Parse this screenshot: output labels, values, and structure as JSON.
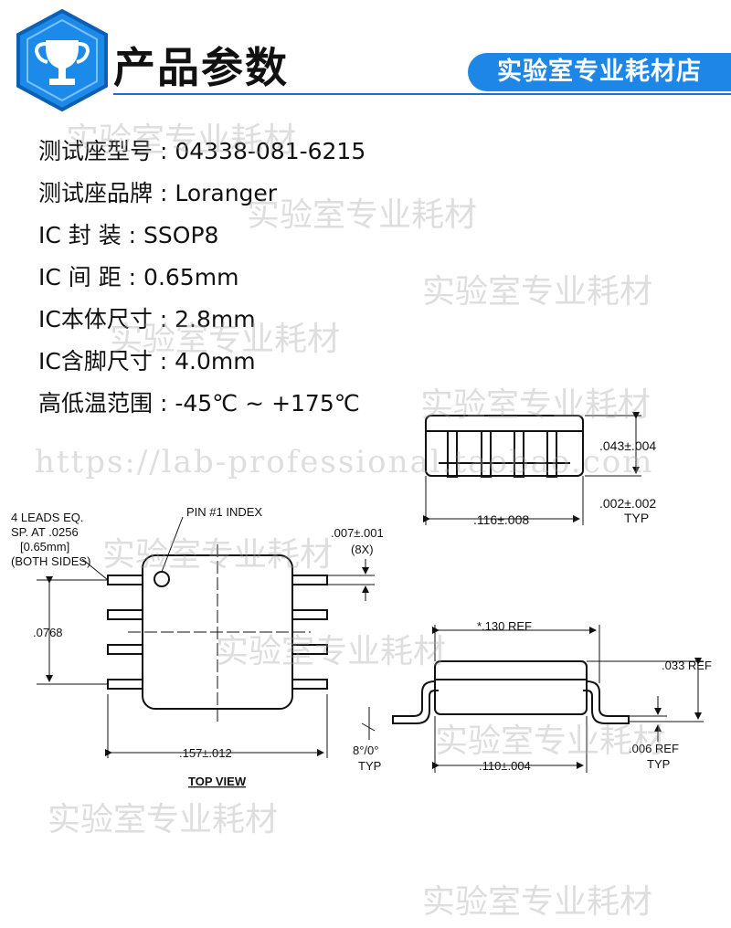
{
  "header": {
    "title": "产品参数",
    "shop_badge": "实验室专业耗材店",
    "logo_icon": "trophy-icon",
    "colors": {
      "accent": "#1e86e6",
      "logo": "#1b8ae8"
    }
  },
  "params": [
    {
      "label": "测试座型号 : ",
      "value": "04338-081-6215"
    },
    {
      "label": "测试座品牌 : ",
      "value": "Loranger"
    },
    {
      "label": "IC   封 装 : ",
      "value": "SSOP8"
    },
    {
      "label": "IC   间 距 : ",
      "value": "0.65mm"
    },
    {
      "label": "IC本体尺寸 : ",
      "value": "2.8mm"
    },
    {
      "label": "IC含脚尺寸 : ",
      "value": "4.0mm"
    },
    {
      "label": "高低温范围 : ",
      "value": "-45℃ ~ +175℃"
    }
  ],
  "watermark": {
    "text": "实验室专业耗材",
    "url": "https://lab-professional.taobao.com"
  },
  "drawing": {
    "leads_note": [
      "4 LEADS EQ.",
      "SP. AT .0256",
      "[0.65mm]",
      "(BOTH SIDES)"
    ],
    "pin_index": "PIN #1 INDEX",
    "lead_width": ".007±.001",
    "lead_width_count": "(8X)",
    "dim_0768": ".0768",
    "body_width_top": ".157±.012",
    "top_view": "TOP VIEW",
    "height": ".043±.004",
    "standoff": ".002±.002",
    "standoff_typ": "TYP",
    "body_length": ".116±.008",
    "ref_130": "*.130 REF",
    "ref_033": ".033 REF",
    "ref_006": ".006 REF",
    "ref_006_typ": "TYP",
    "angle": "8°/0°",
    "angle_typ": "TYP",
    "dim_110": ".110±.004"
  }
}
